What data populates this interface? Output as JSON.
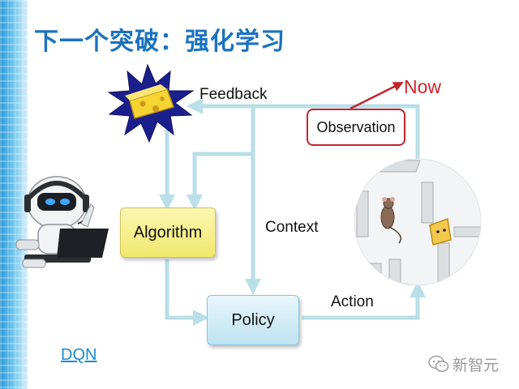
{
  "slide": {
    "title": "下一个突破：强化学习"
  },
  "diagram": {
    "nodes": {
      "algorithm": "Algorithm",
      "policy": "Policy",
      "observation": "Observation"
    },
    "edge_labels": {
      "feedback": "Feedback",
      "context": "Context",
      "action": "Action"
    },
    "callout": "Now",
    "colors": {
      "arrow": "#b9dfe8",
      "algorithm_fill": "#f4ec84",
      "policy_fill": "#cdeaf5",
      "observation_border": "#c0272d",
      "now_text": "#d2232a",
      "title": "#1a72c0"
    },
    "images": [
      "cheese-reward-icon",
      "robot-with-laptop",
      "maze-with-mouse-and-cheese"
    ]
  },
  "link": {
    "dqn": "DQN"
  },
  "watermark": {
    "text": "新智元",
    "icon": "wechat-icon"
  }
}
